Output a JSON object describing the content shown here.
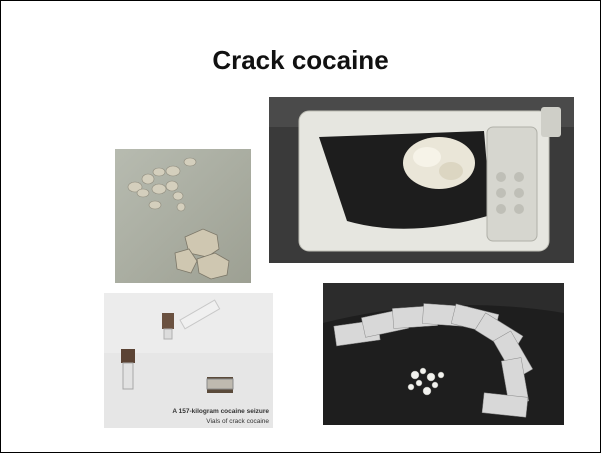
{
  "slide": {
    "title": "Crack cocaine"
  },
  "photos": [
    {
      "name": "crack-rocks-photo"
    },
    {
      "name": "digital-scale-photo"
    },
    {
      "name": "vials-photo",
      "caption_line1": "A 157-kilogram cocaine seizure",
      "caption_line2": "Vials of crack cocaine"
    },
    {
      "name": "money-and-rocks-photo"
    }
  ],
  "colors": {
    "border": "#000000",
    "title": "#111111"
  }
}
